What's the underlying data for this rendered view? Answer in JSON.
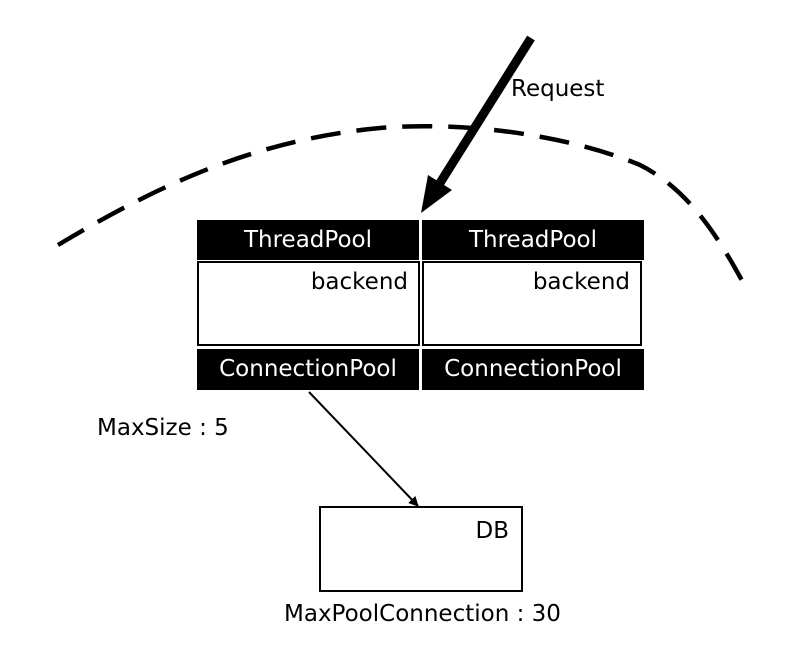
{
  "request": {
    "label": "Request"
  },
  "servers": [
    {
      "thread_pool": "ThreadPool",
      "service": "backend",
      "connection_pool": "ConnectionPool"
    },
    {
      "thread_pool": "ThreadPool",
      "service": "backend",
      "connection_pool": "ConnectionPool"
    }
  ],
  "pool_setting": {
    "label": "MaxSize : 5"
  },
  "database": {
    "label": "DB",
    "setting": "MaxPoolConnection : 30"
  },
  "colors": {
    "stroke": "#000000",
    "fill": "#000000",
    "background": "#ffffff"
  }
}
